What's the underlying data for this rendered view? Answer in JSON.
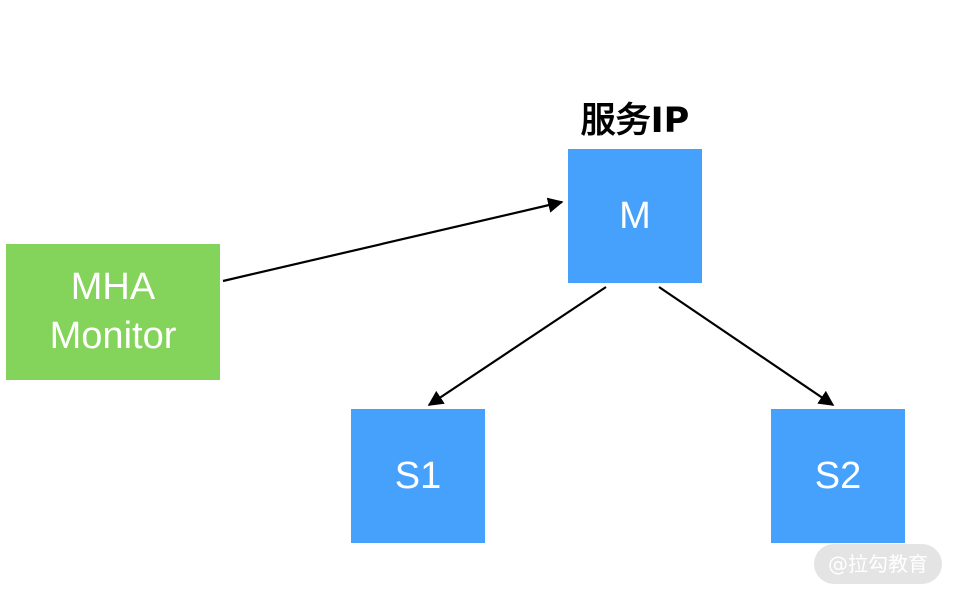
{
  "diagram": {
    "service_ip_label": "服务IP",
    "nodes": {
      "master": {
        "label": "M"
      },
      "slave1": {
        "label": "S1"
      },
      "slave2": {
        "label": "S2"
      },
      "mha_monitor": {
        "label_line1": "MHA",
        "label_line2": "Monitor"
      }
    },
    "edges": [
      {
        "from": "mha_monitor",
        "to": "master"
      },
      {
        "from": "master",
        "to": "slave1"
      },
      {
        "from": "master",
        "to": "slave2"
      }
    ]
  },
  "watermark": {
    "text": "@拉勾教育"
  },
  "colors": {
    "master_slave_fill": "#45a1fb",
    "monitor_fill": "#84d35a",
    "arrow": "#000000"
  }
}
